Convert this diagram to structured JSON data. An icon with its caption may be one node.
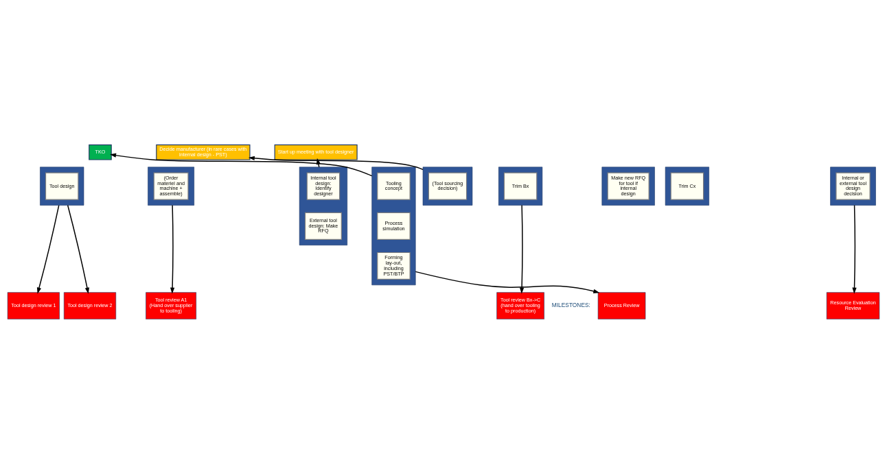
{
  "diagram": {
    "nodes": [
      {
        "text": [
          "TKO"
        ]
      },
      {
        "text": [
          "Start up meeting with tool designer"
        ]
      },
      {
        "text": [
          "Decide manufacturer (in rare cases with internal design - PST)"
        ]
      },
      {
        "text": [],
        "shape": "box"
      },
      {
        "text": [
          "Tooling concept"
        ],
        "in": 3
      },
      {
        "text": [
          "Process simulation"
        ],
        "in": 3
      },
      {
        "text": [
          "Forming lay-out, including PST/BTP"
        ],
        "in": 3
      },
      {
        "text": [],
        "shape": "box"
      },
      {
        "text": [
          "Internal or external tool design decision"
        ],
        "in": 7
      },
      {
        "text": [],
        "shape": "box"
      },
      {
        "text": [
          "Internal tool design: Identify designer"
        ],
        "in": 9
      },
      {
        "text": [
          "External tool design: Make RFQ"
        ],
        "in": 9
      },
      {
        "text": [],
        "shape": "box"
      },
      {
        "text": [
          "Tool design"
        ],
        "in": 12
      },
      {
        "text": [],
        "shape": "box"
      },
      {
        "text": [
          "Make new RFQ for tool if internal design"
        ],
        "in": 14
      },
      {
        "text": [],
        "shape": "box"
      },
      {
        "text": [
          "(Tool sourcing decision)"
        ],
        "in": 16
      },
      {
        "text": [],
        "shape": "box"
      },
      {
        "text": [
          "(Order materiel and machine + assemble)"
        ],
        "in": 18
      },
      {
        "text": [],
        "shape": "box"
      },
      {
        "text": [
          "Trim Bx"
        ],
        "in": 20
      },
      {
        "text": [],
        "shape": "box"
      },
      {
        "text": [
          "Trim Cx"
        ],
        "in": 22
      },
      {
        "text": [
          "Process Review"
        ]
      },
      {
        "text": [
          "Resource Evaluation Review"
        ]
      },
      {
        "text": [
          "Tool design review 1"
        ]
      },
      {
        "text": [
          "Tool design review 2"
        ]
      },
      {
        "text": [
          "Tool review A1",
          "(Hand over supplier to tooling)"
        ]
      },
      {
        "text": [
          "Tool review Bx->C",
          "(hand over tooling to production)"
        ]
      }
    ],
    "edges": [
      {
        "from": 3,
        "to": 0,
        "arrow": "to"
      },
      {
        "from": 9,
        "to": 1,
        "arrow": "to"
      },
      {
        "from": 16,
        "to": 2,
        "arrow": "to"
      },
      {
        "from": 3,
        "to": 24,
        "arrow": "to"
      },
      {
        "from": 7,
        "to": 25,
        "arrow": "to"
      },
      {
        "from": 12,
        "to": 26,
        "arrow": "to"
      },
      {
        "from": 12,
        "to": 27,
        "arrow": "to"
      },
      {
        "from": 18,
        "to": 28,
        "arrow": "to"
      },
      {
        "from": 20,
        "to": 29,
        "arrow": "to"
      }
    ],
    "labels": [
      "MILESTONES:"
    ]
  }
}
